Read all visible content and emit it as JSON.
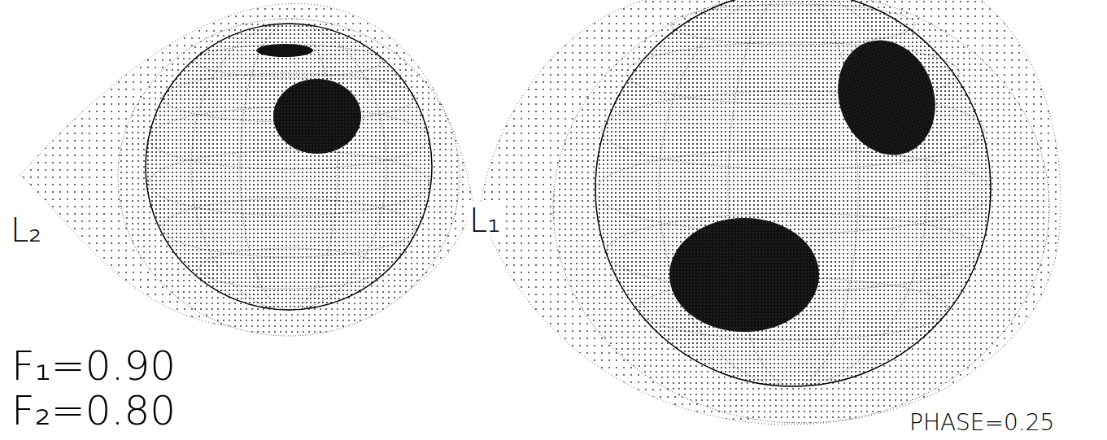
{
  "diagram": {
    "labels": [
      "L₂",
      "L₁",
      "F₁=0.90",
      "F₂=0.80",
      "PHASE=0.25"
    ]
  }
}
